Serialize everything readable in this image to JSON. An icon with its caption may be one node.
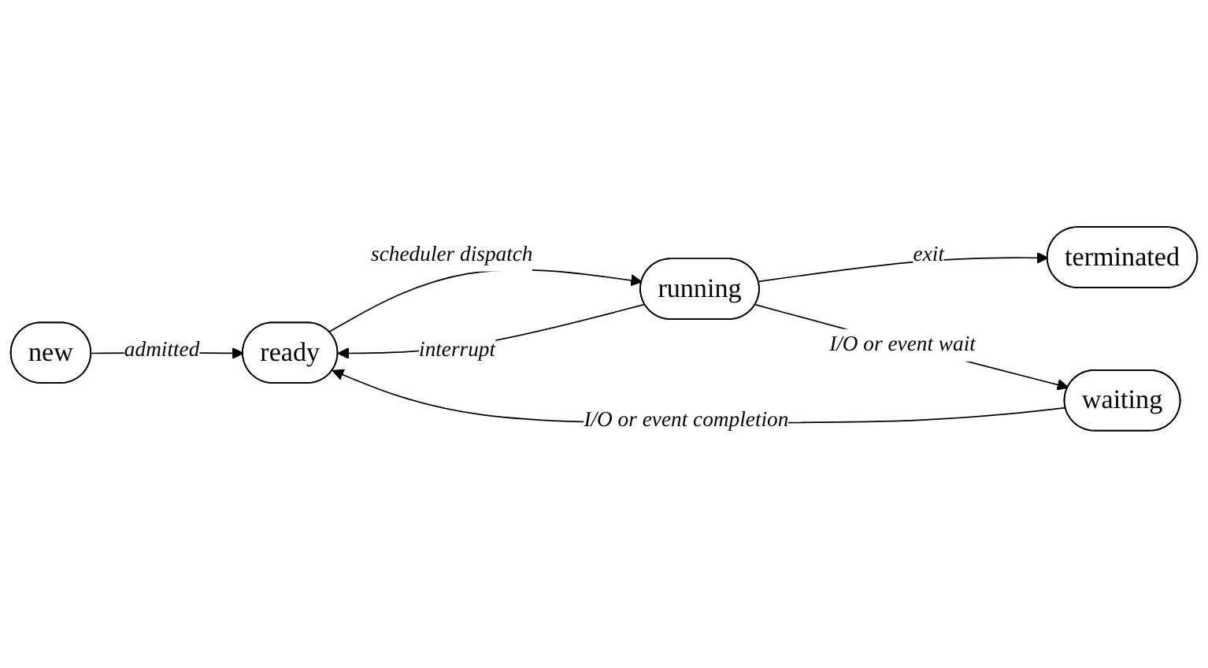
{
  "diagram": {
    "nodes": [
      {
        "text": [
          "new"
        ]
      },
      {
        "text": [
          "terminated"
        ]
      },
      {
        "text": [
          "ready"
        ]
      },
      {
        "text": [
          "running"
        ]
      },
      {
        "text": [
          "waiting"
        ]
      }
    ],
    "edges": [
      {
        "from": 0,
        "to": 2,
        "arrow": "to",
        "label": "admitted"
      },
      {
        "from": 3,
        "to": 2,
        "arrow": "to",
        "label": "interrupt"
      },
      {
        "from": 2,
        "to": 3,
        "arrow": "to",
        "label": "scheduler dispatch"
      },
      {
        "from": 3,
        "to": 1,
        "arrow": "to",
        "label": "exit"
      },
      {
        "from": 3,
        "to": 4,
        "arrow": "to",
        "label": "I/O or event wait"
      },
      {
        "from": 4,
        "to": 2,
        "arrow": "to",
        "label": "I/O or event completion"
      }
    ]
  }
}
